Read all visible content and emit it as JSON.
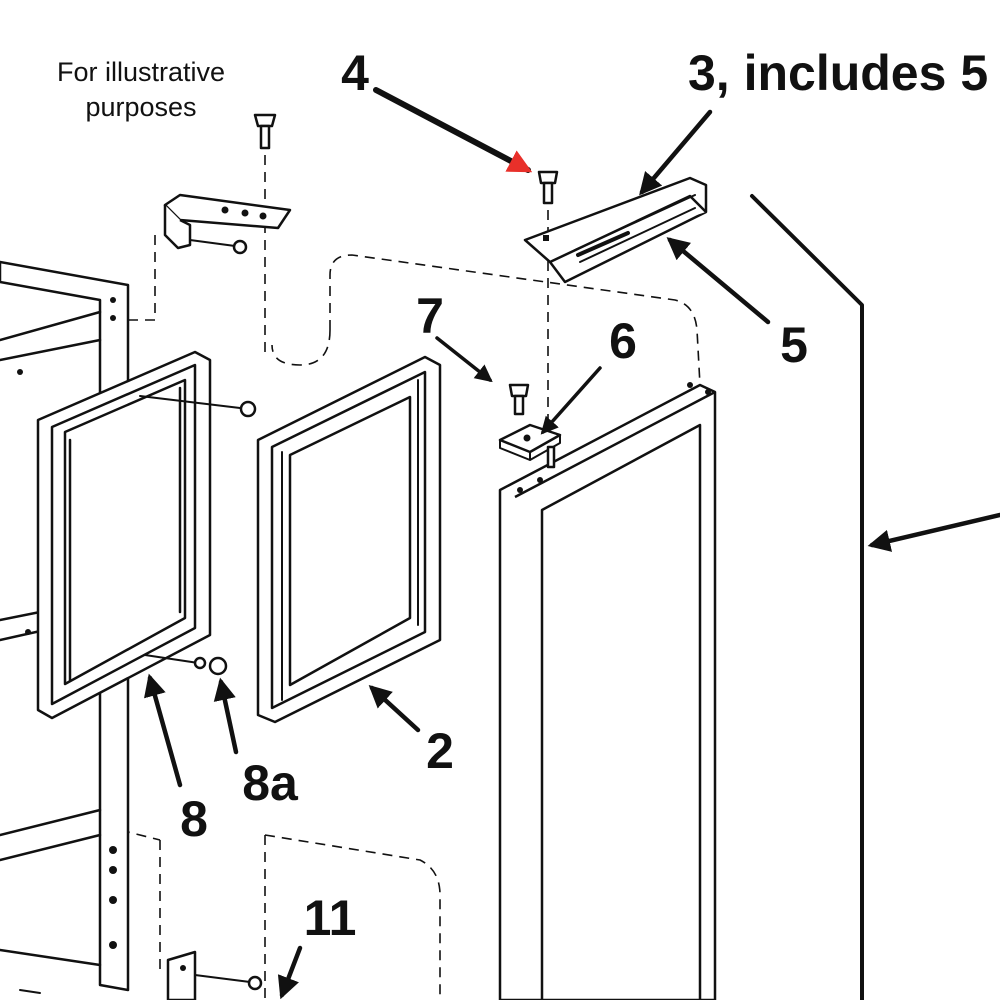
{
  "note": {
    "line1": "For illustrative",
    "line2": "purposes"
  },
  "callouts": {
    "c4": "4",
    "c3": "3, includes 5",
    "c5": "5",
    "c7": "7",
    "c6": "6",
    "c2": "2",
    "c8": "8",
    "c8a": "8a",
    "c11": "11"
  },
  "colors": {
    "highlight_arrow": "#e8302a",
    "ink": "#111111",
    "background": "#ffffff"
  }
}
